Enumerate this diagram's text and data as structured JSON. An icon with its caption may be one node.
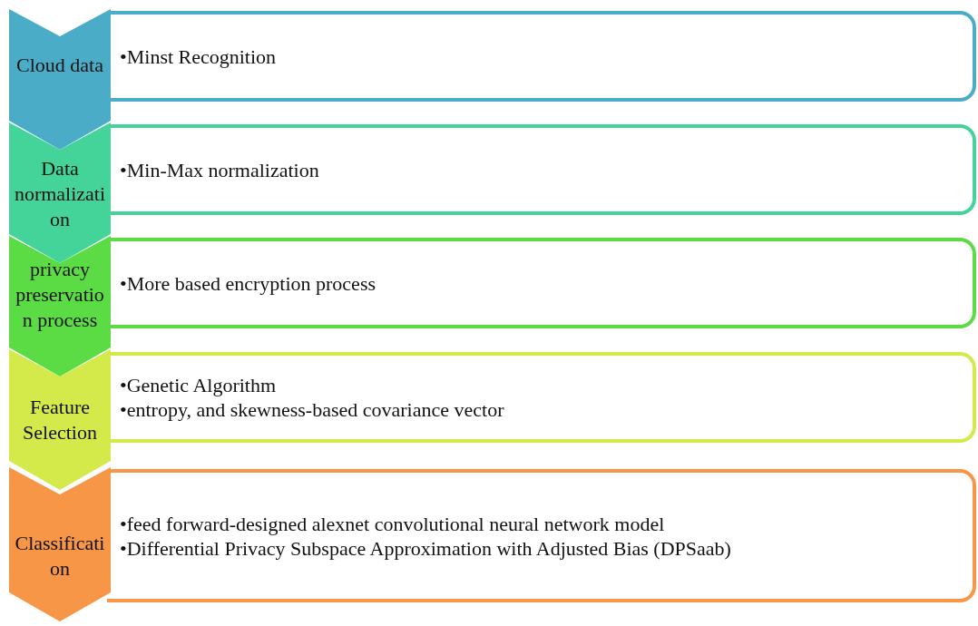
{
  "diagram": {
    "nodes": [
      {
        "text": [
          "Cloud data"
        ]
      },
      {
        "text": [
          "•Minst Recognition"
        ]
      },
      {
        "text": [
          "Data normalization"
        ]
      },
      {
        "text": [
          "•Min-Max normalization"
        ]
      },
      {
        "text": [
          "privacy preservation process"
        ]
      },
      {
        "text": [
          "•More based encryption process"
        ]
      },
      {
        "text": [
          "Feature Selection"
        ]
      },
      {
        "text": [
          "•Genetic Algorithm",
          "•entropy, and skewness-based covariance vector"
        ]
      },
      {
        "text": [
          "Classification"
        ]
      },
      {
        "text": [
          "•feed forward-designed alexnet convolutional neural network model",
          "•Differential Privacy Subspace Approximation with Adjusted Bias (DPSaab)"
        ]
      }
    ]
  }
}
